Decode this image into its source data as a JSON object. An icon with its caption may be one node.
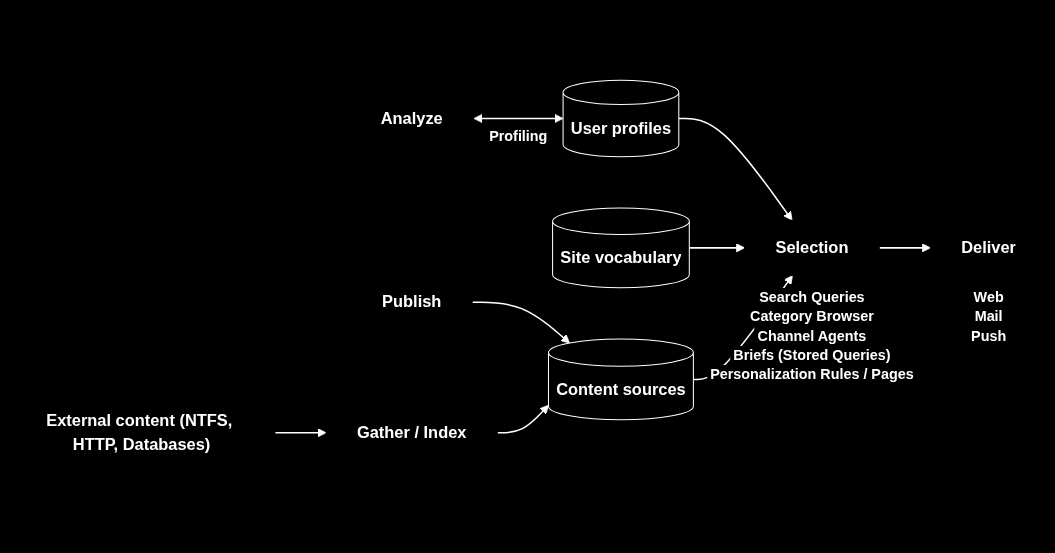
{
  "diagram": {
    "nodes": [
      {
        "text": [
          "Analyze"
        ]
      },
      {
        "text": [
          "User profiles"
        ]
      },
      {
        "text": [
          "Site vocabulary"
        ]
      },
      {
        "text": [
          "Selection"
        ],
        "beside": [
          "Search Queries",
          "Category Browser",
          "Channel Agents",
          "Briefs (Stored Queries)",
          "Personalization Rules / Pages"
        ]
      },
      {
        "text": [
          "Deliver"
        ],
        "beside": [
          "Web",
          "Mail",
          "Push"
        ]
      },
      {
        "text": [
          "Publish"
        ]
      },
      {
        "text": [
          "Content sources"
        ]
      },
      {
        "text": [
          "Gather / Index"
        ]
      },
      {
        "text": [
          "External content (NTFS, HTTP, Databases)"
        ]
      }
    ],
    "edges": [
      {
        "from": 0,
        "to": 1,
        "arrow": "both"
      },
      {
        "from": 1,
        "to": 3,
        "arrow": "to"
      },
      {
        "from": 2,
        "to": 3,
        "arrow": "to"
      },
      {
        "from": 3,
        "to": 4,
        "arrow": "to"
      },
      {
        "from": 5,
        "to": 6,
        "arrow": "to"
      },
      {
        "from": 7,
        "to": 6,
        "arrow": "to"
      },
      {
        "from": 6,
        "to": 3,
        "arrow": "to"
      },
      {
        "from": 8,
        "to": 7,
        "arrow": "to"
      }
    ],
    "labels": [
      "Profiling"
    ]
  }
}
